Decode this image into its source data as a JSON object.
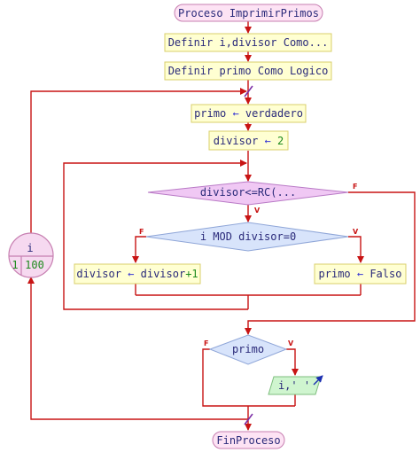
{
  "colors": {
    "arrow": "#c81414",
    "terminal_fill": "#fde3f4",
    "terminal_stroke": "#c77fb1",
    "process_fill": "#ffffd2",
    "process_stroke": "#d8cf6b",
    "cond1_fill": "#f0c8f4",
    "cond1_stroke": "#b97ac6",
    "cond2_fill": "#d8e4fb",
    "cond2_stroke": "#8fa6d8",
    "output_fill": "#cff5cf",
    "output_stroke": "#7dbd7d",
    "text": "#2a2a7a",
    "keyword": "#3a3ad4",
    "number": "#1d8a1d",
    "loop_fill": "#f6d9f0",
    "loop_stroke": "#c77fb1",
    "tag": "#c81414"
  },
  "nodes": {
    "start": "Proceso ImprimirPrimos",
    "def_vars": "Definir i,divisor Como...",
    "def_primo": "Definir primo Como Logico",
    "assign_primo_kw": "primo ",
    "assign_primo_arrow": "←",
    "assign_primo_val": " verdadero",
    "assign_div_var": "divisor ",
    "assign_div_arrow": "←",
    "assign_div_val": " 2",
    "cond_while": "divisor<=RC(...",
    "cond_mod": "i MOD divisor=0",
    "div_inc_var": "divisor ",
    "div_inc_arrow": "←",
    "div_inc_val": " divisor",
    "div_inc_num": "+1",
    "primo_false_var": "primo ",
    "primo_false_arrow": "←",
    "primo_false_val": " Falso",
    "cond_primo": "primo",
    "output": "i,' '",
    "loop_var": "i",
    "loop_from": "1",
    "loop_to": "100",
    "end": "FinProceso"
  },
  "tags": {
    "while_true": "V",
    "while_false": "F",
    "mod_false": "F",
    "mod_true": "V",
    "primo_false": "F",
    "primo_true": "V"
  }
}
